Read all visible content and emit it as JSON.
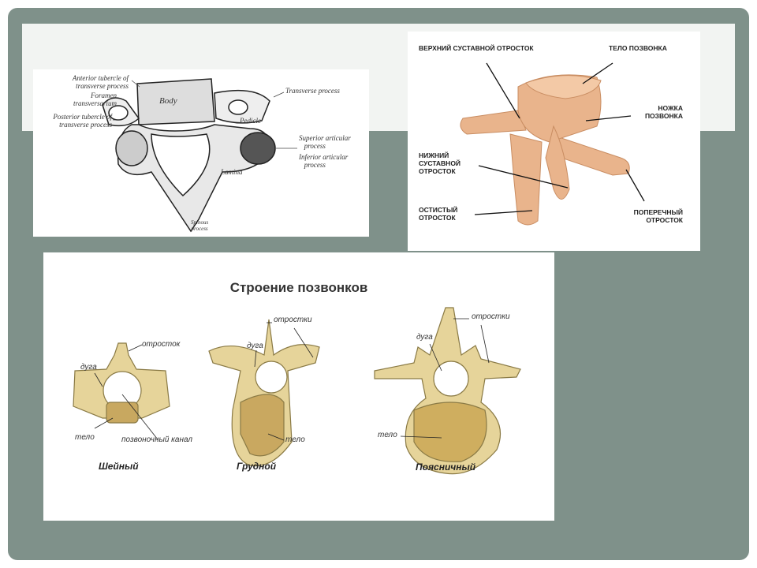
{
  "figure_a": {
    "labels": {
      "anterior_tubercle": [
        "Anterior tubercle of",
        "transverse process"
      ],
      "foramen": [
        "Foramen",
        "transversarium"
      ],
      "posterior_tubercle": [
        "Posterior tubercle of",
        "transverse process"
      ],
      "body": "Body",
      "transverse": "Transverse process",
      "pedicle": "Pedicle",
      "superior_articular": [
        "Superior articular",
        "process"
      ],
      "inferior_articular": [
        "Inferior articular",
        "process"
      ],
      "lamina": "Lamina",
      "spinous": [
        "Spinous",
        "process"
      ]
    }
  },
  "figure_b": {
    "labels": {
      "upper_articular": "ВЕРХНИЙ СУСТАВНОЙ ОТРОСТОК",
      "body": "ТЕЛО ПОЗВОНКА",
      "pedicle": [
        "НОЖКА",
        "ПОЗВОНКА"
      ],
      "lower_articular": [
        "НИЖНИЙ",
        "СУСТАВНОЙ",
        "ОТРОСТОК"
      ],
      "spinous": [
        "ОСТИСТЫЙ",
        "ОТРОСТОК"
      ],
      "transverse": [
        "ПОПЕРЕЧНЫЙ",
        "ОТРОСТОК"
      ]
    }
  },
  "figure_c": {
    "title": "Строение позвонков",
    "cervical": {
      "caption": "Шейный",
      "process": "отросток",
      "arch": "дуга",
      "body": "тело",
      "canal": "позвоночный канал"
    },
    "thoracic": {
      "caption": "Грудной",
      "processes": "отростки",
      "arch": "дуга",
      "body": "тело"
    },
    "lumbar": {
      "caption": "Поясничный",
      "processes": "отростки",
      "arch": "дуга",
      "body": "тело"
    }
  }
}
